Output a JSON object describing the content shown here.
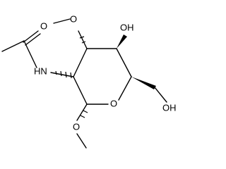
{
  "molecule": {
    "atom_labels": {
      "carbonyl_oxygen": "O",
      "amide_nitrogen": "HN",
      "methoxy3_oxygen": "O",
      "hydroxyl4": "OH",
      "hydroxymethyl_oh": "OH",
      "ring_oxygen": "O",
      "methoxy1_oxygen": "O"
    }
  }
}
